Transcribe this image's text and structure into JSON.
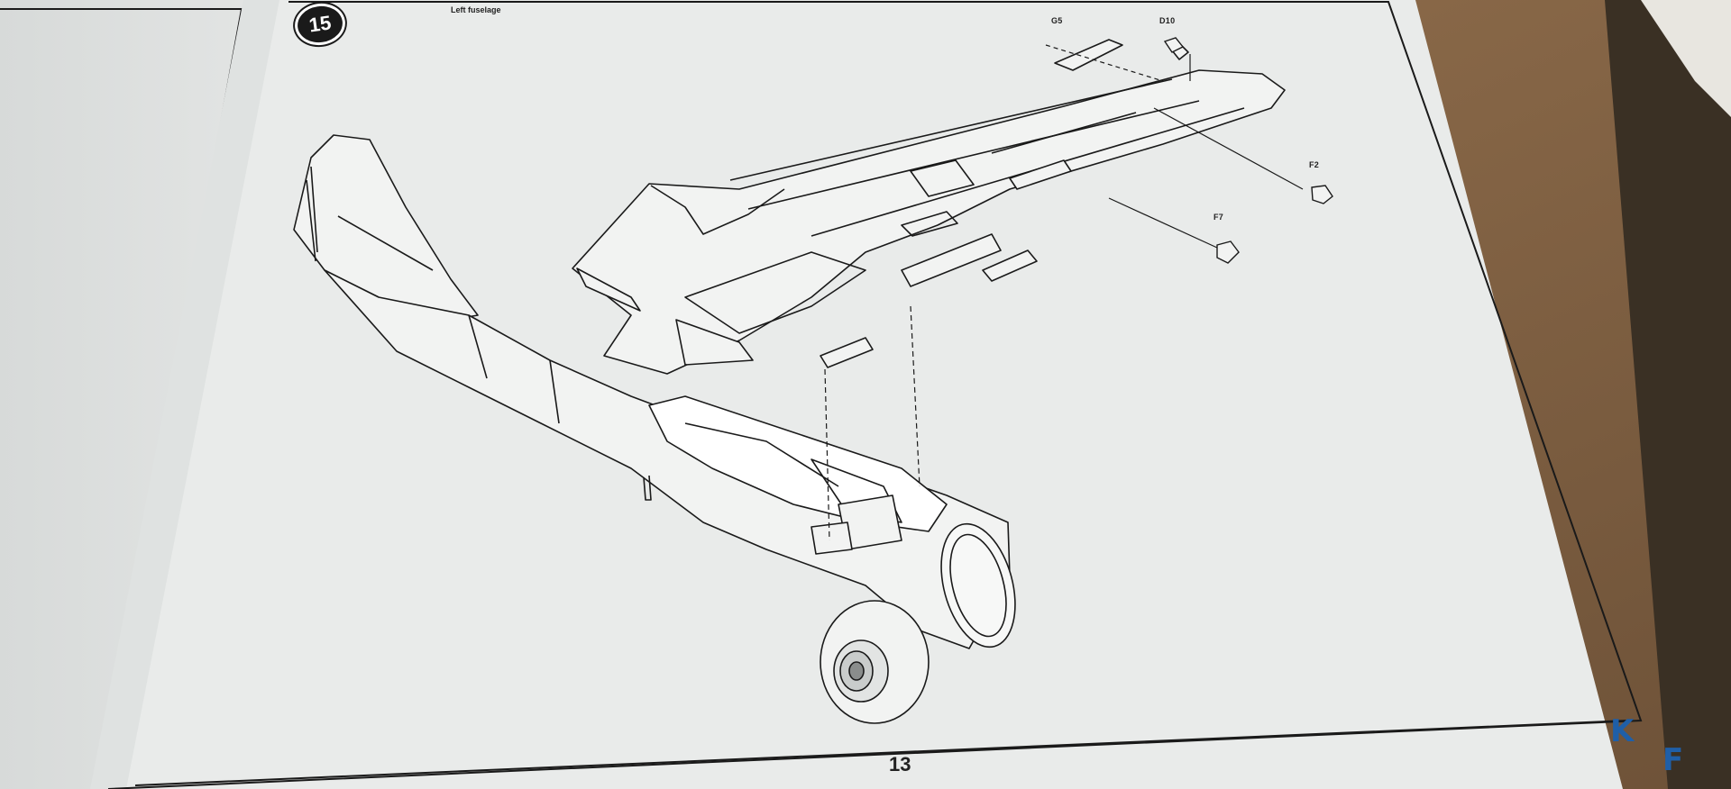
{
  "instruction_sheet": {
    "step_number": "15",
    "header_label": "Left fuselage",
    "page_number": "13",
    "part_labels": {
      "g5": "G5",
      "d10": "D10",
      "f2": "F2",
      "f7": "F7"
    }
  },
  "watermark": {
    "letter_k": "K",
    "letter_f": "F"
  },
  "colors": {
    "paper": "#e9ebea",
    "table_wood": "#8a6a4a",
    "ink": "#1a1a1a",
    "watermark_blue": "#1f5fa8"
  }
}
